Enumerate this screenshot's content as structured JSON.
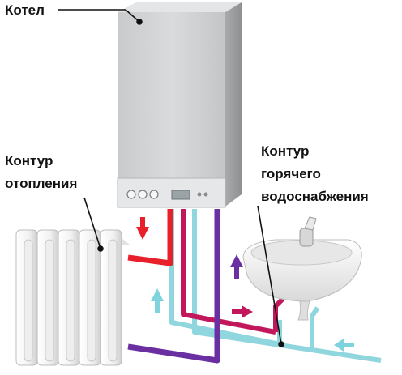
{
  "labels": {
    "boiler": "Котел",
    "heating_line1": "Контур",
    "heating_line2": "отопления",
    "hotwater_line1": "Контур",
    "hotwater_line2": "горячего",
    "hotwater_line3": "водоснабжения"
  },
  "colors": {
    "heating_supply": "#e8202a",
    "heating_return": "#6a2fa0",
    "hot_water": "#c2185b",
    "cold_water": "#7fd3dc",
    "boiler_body": "#cfd0d2",
    "label_text": "#111111"
  },
  "icons": {
    "boiler_control_panel": "boiler-panel",
    "radiator": "radiator",
    "sink": "washbasin",
    "faucet": "faucet"
  }
}
